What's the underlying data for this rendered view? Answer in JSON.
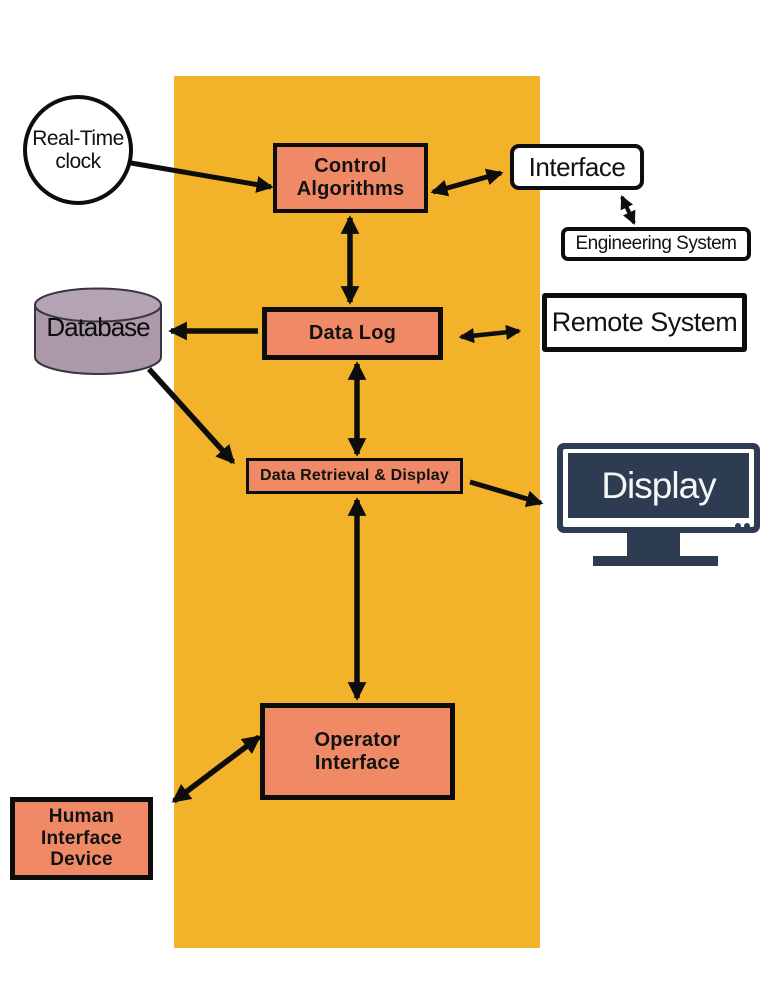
{
  "diagram": {
    "type": "system-architecture-flow",
    "colors": {
      "band_background": "#F2B32B",
      "process_box_fill": "#F08A66",
      "external_box_fill": "#FFFFFF",
      "outline": "#0D0D0D",
      "monitor_fill": "#2E3C52",
      "database_fill": "#AB98A8",
      "database_top_fill": "#B4A3B3"
    },
    "nodes": {
      "realtime_clock": {
        "label": "Real-Time clock",
        "shape": "circle"
      },
      "control_algorithms": {
        "label": "Control Algorithms",
        "shape": "box"
      },
      "interface": {
        "label": "Interface",
        "shape": "box"
      },
      "engineering_system": {
        "label": "Engineering System",
        "shape": "box"
      },
      "data_log": {
        "label": "Data Log",
        "shape": "box"
      },
      "database": {
        "label": "Database",
        "shape": "cylinder",
        "icon": "database-cylinder-icon"
      },
      "remote_system": {
        "label": "Remote System",
        "shape": "box"
      },
      "data_retrieval": {
        "label": "Data Retrieval & Display",
        "shape": "box"
      },
      "display": {
        "label": "Display",
        "shape": "monitor",
        "icon": "monitor-icon"
      },
      "operator_interface": {
        "label": "Operator Interface",
        "shape": "box"
      },
      "human_interface_device": {
        "label": "Human Interface Device",
        "shape": "box"
      }
    },
    "edges": [
      {
        "from": "Real-Time clock",
        "to": "Control Algorithms",
        "direction": "one-way"
      },
      {
        "from": "Control Algorithms",
        "to": "Interface",
        "direction": "two-way"
      },
      {
        "from": "Interface",
        "to": "Engineering System",
        "direction": "two-way"
      },
      {
        "from": "Control Algorithms",
        "to": "Data Log",
        "direction": "two-way"
      },
      {
        "from": "Data Log",
        "to": "Database",
        "direction": "one-way"
      },
      {
        "from": "Data Log",
        "to": "Remote System",
        "direction": "two-way"
      },
      {
        "from": "Data Log",
        "to": "Data Retrieval & Display",
        "direction": "two-way"
      },
      {
        "from": "Database",
        "to": "Data Retrieval & Display",
        "direction": "one-way"
      },
      {
        "from": "Data Retrieval & Display",
        "to": "Display",
        "direction": "one-way"
      },
      {
        "from": "Data Retrieval & Display",
        "to": "Operator Interface",
        "direction": "two-way"
      },
      {
        "from": "Operator Interface",
        "to": "Human Interface Device",
        "direction": "two-way"
      }
    ]
  }
}
